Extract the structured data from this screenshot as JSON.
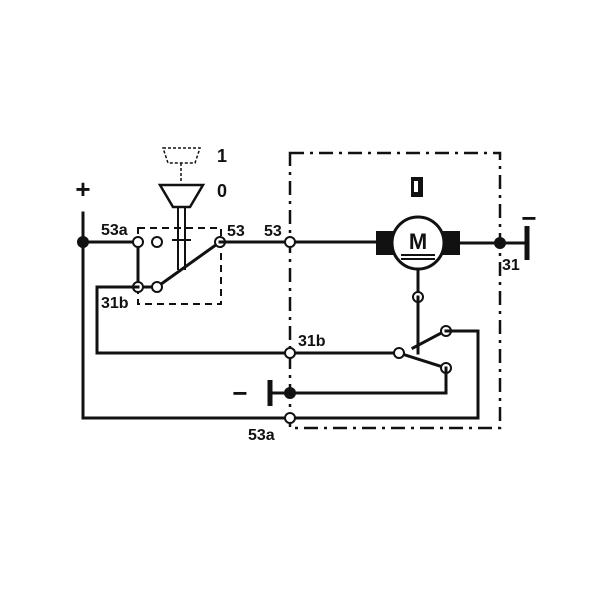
{
  "diagram": {
    "labels": {
      "plus": "+",
      "minus_right": "−",
      "minus_left": "−",
      "pos_1": "1",
      "pos_0": "0",
      "t53a_left": "53a",
      "t53_switch": "53",
      "t53_motor": "53",
      "t31b_left": "31b",
      "t31b_mid": "31b",
      "t31": "31",
      "t53a_bottom": "53a",
      "motor": "M"
    },
    "icons": {
      "motor": "motor-icon",
      "switch_knob": "switch-knob-icon",
      "battery_plus": "battery-positive-icon",
      "battery_minus": "battery-negative-icon",
      "wiper": "wiper-blade-icon"
    },
    "colors": {
      "line": "#111111",
      "background": "#ffffff"
    }
  }
}
